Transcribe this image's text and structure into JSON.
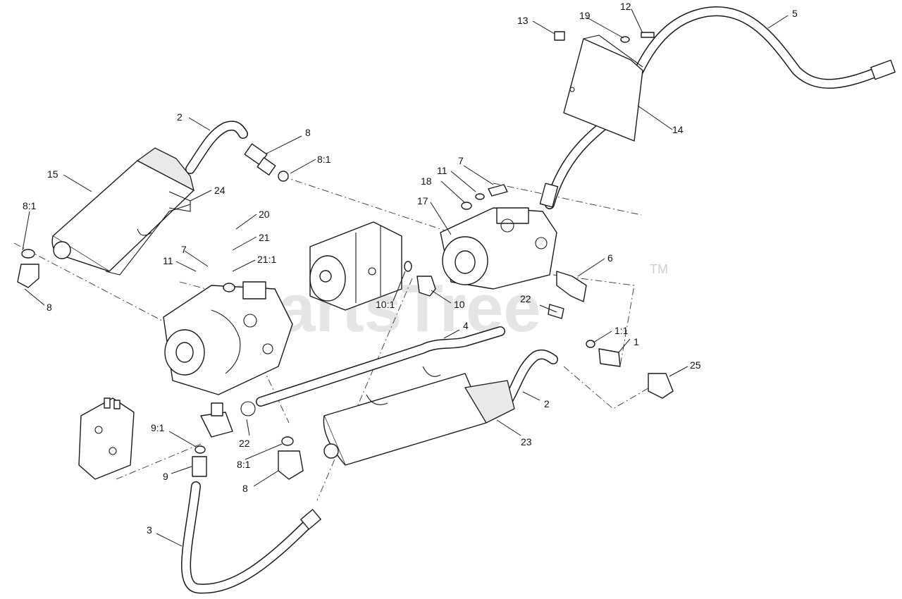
{
  "watermark": {
    "text": "PartsTree",
    "tm": "TM"
  },
  "callouts": [
    "1",
    "1:1",
    "2",
    "2",
    "3",
    "4",
    "5",
    "6",
    "7",
    "7",
    "8",
    "8",
    "8",
    "8:1",
    "8:1",
    "8:1",
    "9",
    "9:1",
    "10",
    "10:1",
    "11",
    "11",
    "12",
    "13",
    "14",
    "15",
    "17",
    "18",
    "19",
    "20",
    "21",
    "21:1",
    "22",
    "22",
    "23",
    "24",
    "25"
  ]
}
